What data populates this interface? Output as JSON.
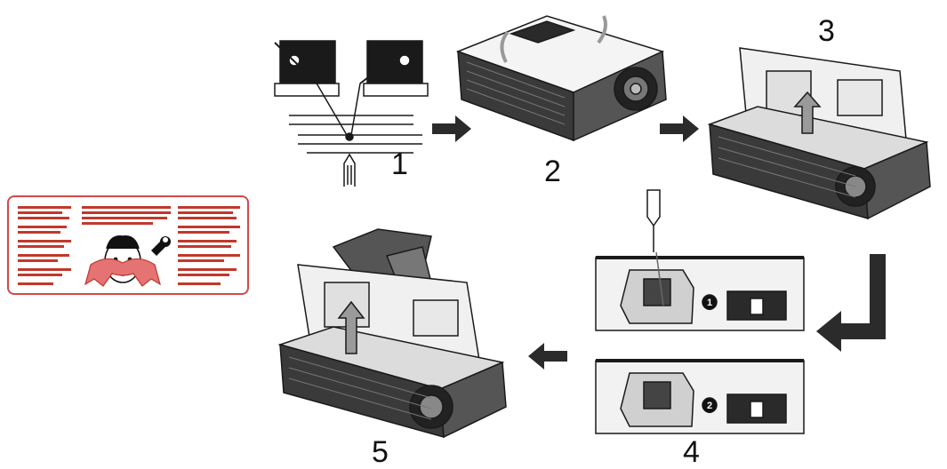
{
  "steps": [
    {
      "number": "1"
    },
    {
      "number": "2"
    },
    {
      "number": "3"
    },
    {
      "number": "4"
    },
    {
      "number": "5"
    }
  ],
  "sub_steps": [
    {
      "number": "1"
    },
    {
      "number": "2"
    }
  ],
  "colors": {
    "arrow": "#2b2b2b",
    "warning_border": "#d24a4a",
    "warning_text": "#c0392b",
    "line": "#1a1a1a"
  }
}
